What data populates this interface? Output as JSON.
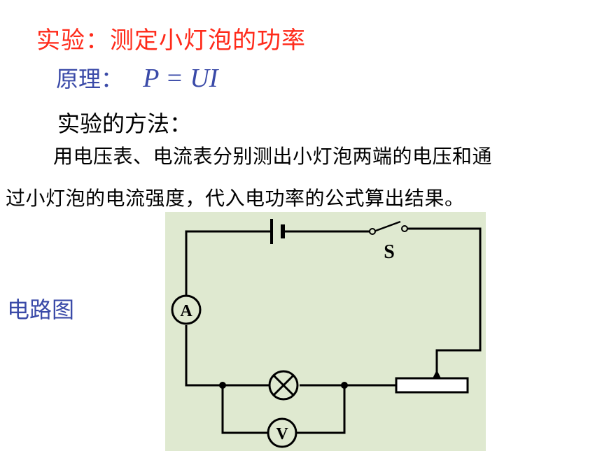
{
  "slide": {
    "title": "实验：测定小灯泡的功率",
    "principle_label": "原理：",
    "principle_formula": "P = UI",
    "method_heading": "实验的方法：",
    "method_text_line1": "用电压表、电流表分别测出小灯泡两端的电压和通",
    "method_text_line2": "过小灯泡的电流强度，代入电功率的公式算出结果。",
    "circuit_label": "电路图"
  },
  "circuit": {
    "switch_label": "S",
    "ammeter_label": "A",
    "voltmeter_label": "V",
    "colors": {
      "title": "#ff2a1a",
      "principle": "#3a4aa8",
      "panel_background": "#dfe9d0",
      "wire": "#000000"
    }
  }
}
